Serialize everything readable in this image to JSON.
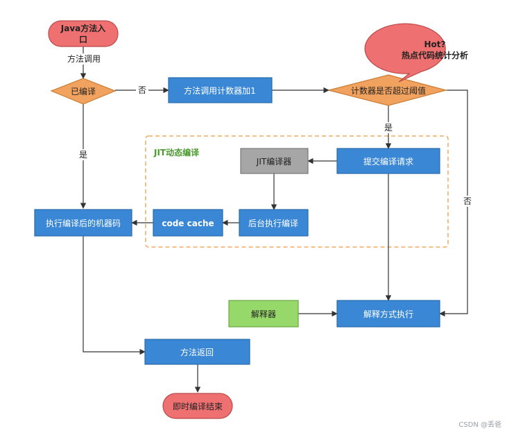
{
  "diagram": {
    "colors": {
      "blue": "#3a87d6",
      "blue_stroke": "#2a6aa9",
      "orange": "#f1a25f",
      "orange_stroke": "#c97c33",
      "red": "#ee7070",
      "red_stroke": "#bb4a4a",
      "gray": "#a6a6a6",
      "gray_stroke": "#777777",
      "green": "#97d86a",
      "green_stroke": "#6aa743",
      "dashed_group": "#f0a860",
      "group_title": "#4b9a2e"
    },
    "nodes": {
      "start": "Java方法入口",
      "start_line1": "Java方法入",
      "start_line2": "口",
      "compiled_decision": "已编译",
      "inc_counter": "方法调用计数器加1",
      "threshold_decision": "计数器是否超过阈值",
      "hot_callout_line1": "Hot?",
      "hot_callout_line2": "热点代码统计分析",
      "submit_request": "提交编译请求",
      "jit_compiler": "JIT编译器",
      "background_compile": "后台执行编译",
      "code_cache": "code cache",
      "execute_machine_code": "执行编译后的机器码",
      "interpreter": "解释器",
      "interpret_execute": "解释方式执行",
      "method_return": "方法返回",
      "end": "即时编译结束"
    },
    "group_title": "JIT动态编译",
    "edge_labels": {
      "method_call": "方法调用",
      "no_from_compiled": "否",
      "yes_from_compiled": "是",
      "yes_from_threshold": "是",
      "no_from_threshold": "否"
    }
  },
  "watermark": "CSDN @丢爸"
}
